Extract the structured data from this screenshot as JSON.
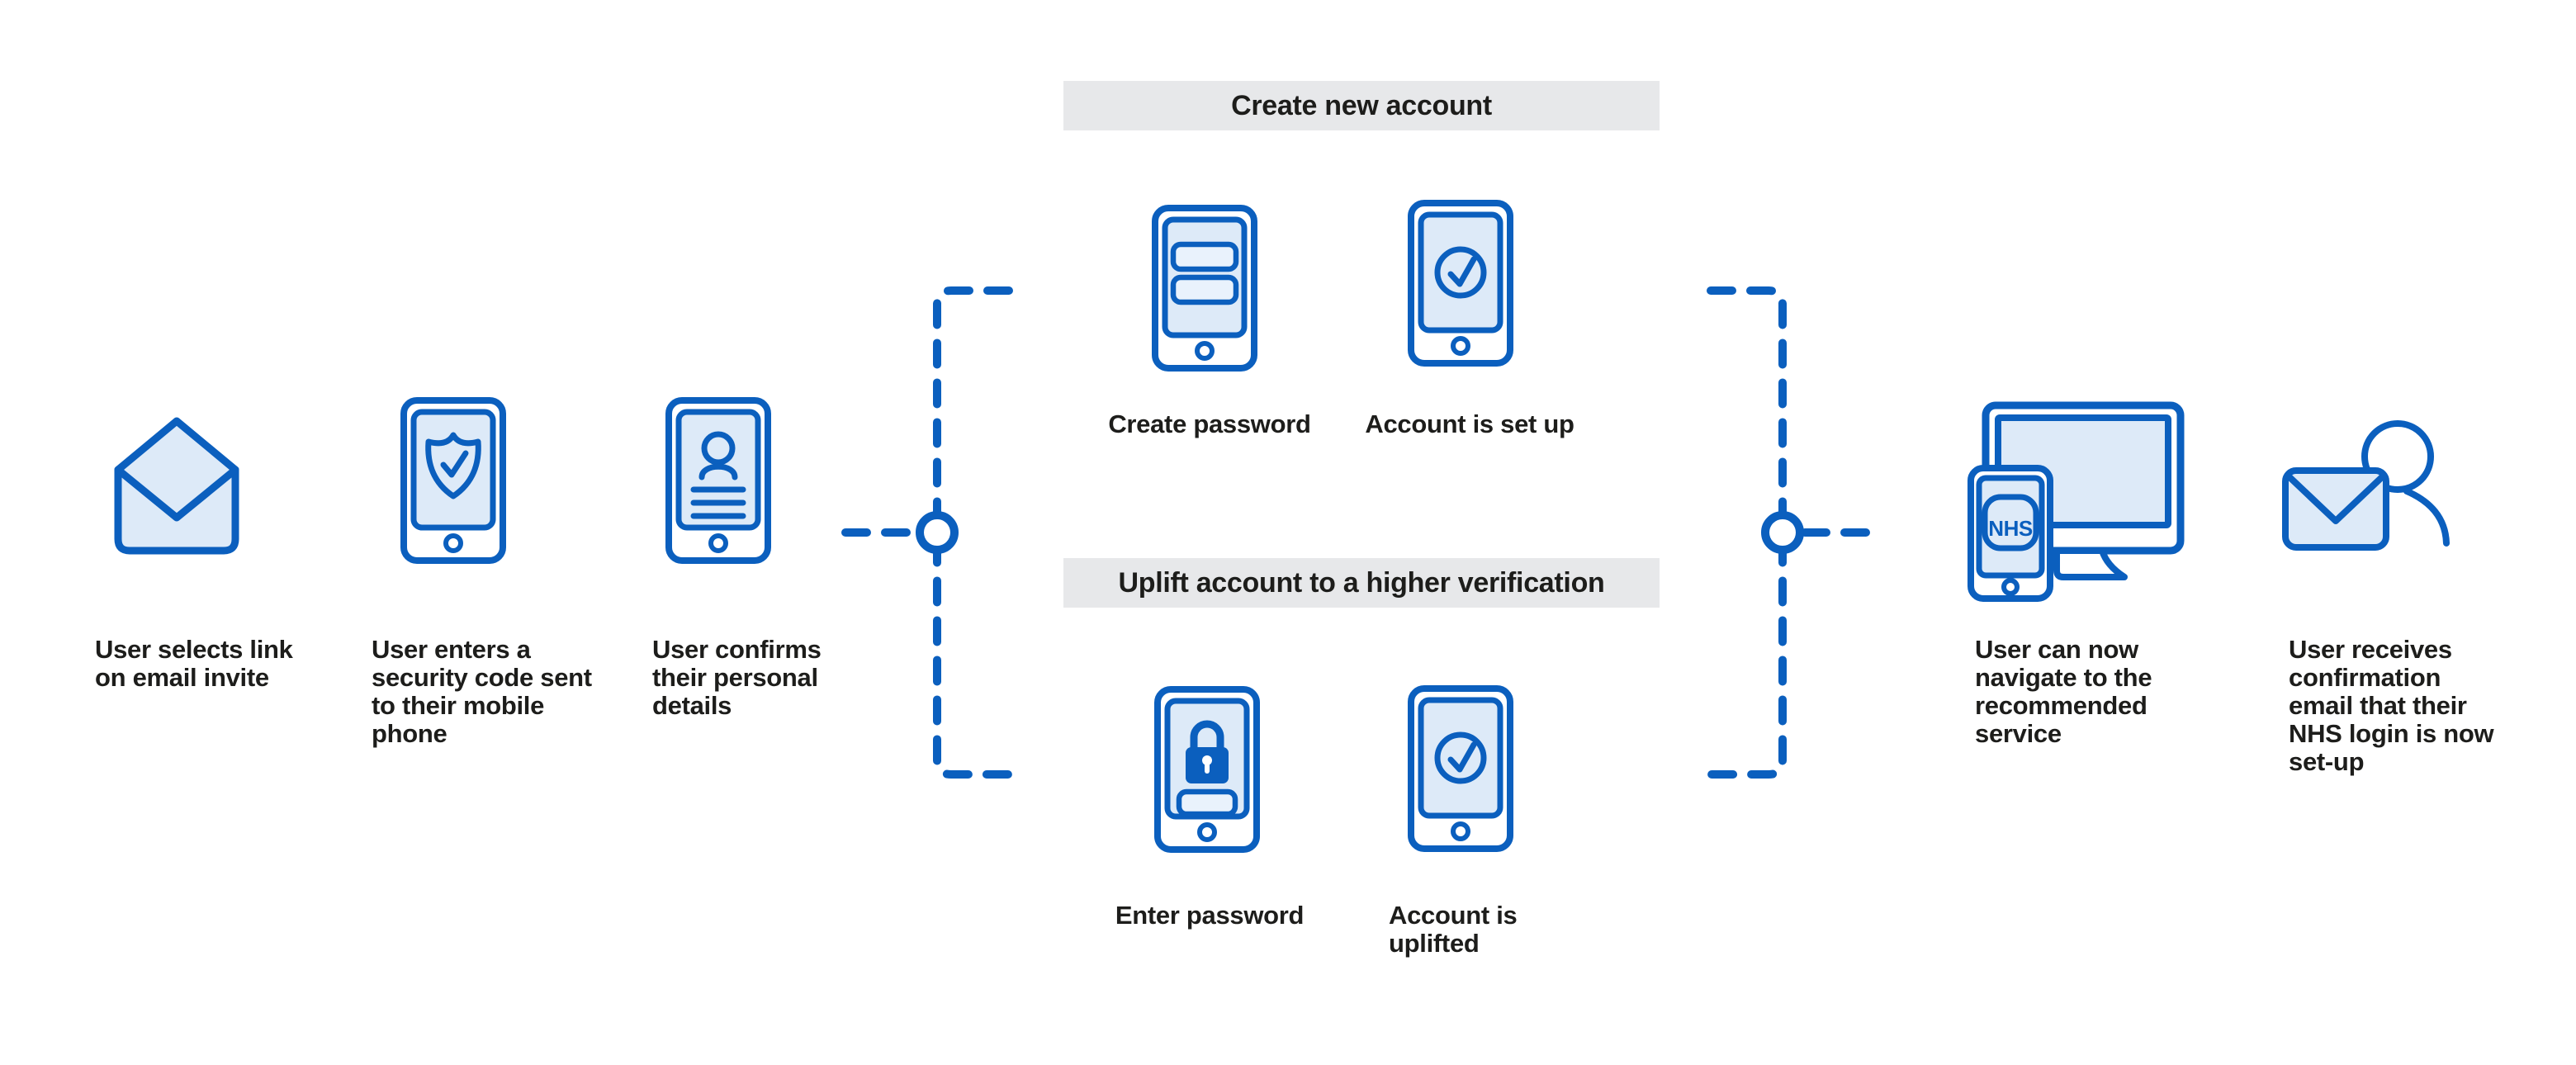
{
  "palette": {
    "blue": "#0b5fbe",
    "light_blue": "#ddeaf8",
    "field_fill": "#e9f2fc",
    "bar_gray": "#e7e8ea",
    "text": "#1d1d1b",
    "white": "#ffffff"
  },
  "flow": {
    "start_steps": [
      {
        "id": "email-invite",
        "icon": "open-envelope-icon",
        "label": "User selects link\non email invite"
      },
      {
        "id": "security-code",
        "icon": "phone-shield-icon",
        "label": "User enters a\nsecurity code sent\nto their mobile\nphone"
      },
      {
        "id": "personal-details",
        "icon": "phone-profile-icon",
        "label": "User confirms\ntheir personal\ndetails"
      }
    ],
    "branches": [
      {
        "id": "create-account",
        "title": "Create new account",
        "steps": [
          {
            "id": "create-password",
            "icon": "phone-form-icon",
            "label": "Create password"
          },
          {
            "id": "account-set-up",
            "icon": "phone-check-icon",
            "label": "Account is set up"
          }
        ]
      },
      {
        "id": "uplift-account",
        "title": "Uplift account to a higher verification",
        "steps": [
          {
            "id": "enter-password",
            "icon": "phone-lock-icon",
            "label": "Enter password"
          },
          {
            "id": "account-uplifted",
            "icon": "phone-check-icon",
            "label": "Account is\nuplifted"
          }
        ]
      }
    ],
    "end_steps": [
      {
        "id": "navigate-service",
        "icon": "devices-icon",
        "label": "User can now\nnavigate to the\nrecommended\nservice",
        "badge": "NHS"
      },
      {
        "id": "confirmation-email",
        "icon": "envelope-person-icon",
        "label": "User receives\nconfirmation\nemail that their\nNHS login is now\nset-up"
      }
    ]
  }
}
